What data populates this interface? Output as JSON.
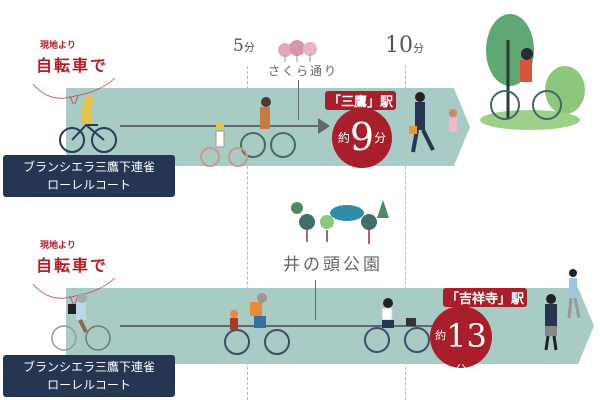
{
  "routes": [
    {
      "from_small": "現地より",
      "from_big": "自転車で",
      "property_line1": "ブランシエラ三鷹下連雀",
      "property_line2": "ローレルコート",
      "landmark": "さくら通り",
      "station": "「三鷹」駅",
      "approx": "約",
      "minutes": "9",
      "unit": "分"
    },
    {
      "from_small": "現地より",
      "from_big": "自転車で",
      "property_line1": "ブランシエラ三鷹下連雀",
      "property_line2": "ローレルコート",
      "landmark": "井の頭公園",
      "station": "「吉祥寺」駅",
      "approx": "約",
      "minutes": "13",
      "unit": "分"
    }
  ],
  "timeline": {
    "t5": "5",
    "t10": "10",
    "unit": "分"
  },
  "colors": {
    "band": "#a8cbc5",
    "accent": "#a81e2b",
    "navy": "#253552"
  }
}
